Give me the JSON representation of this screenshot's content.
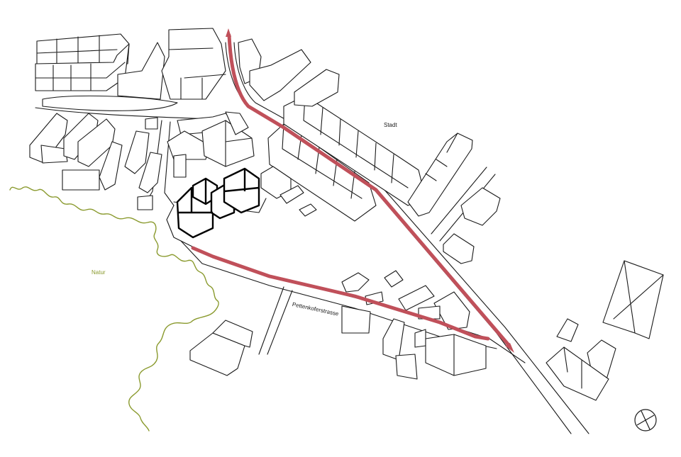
{
  "labels": {
    "city": "Stadt",
    "nature": "Natur",
    "street": "Pettenkoferstrasse"
  },
  "colors": {
    "route": "#c0505a",
    "nature": "#8a9a2e",
    "lines": "#1a1a1a"
  },
  "icons": {
    "compass": "north-arrow-circle"
  }
}
